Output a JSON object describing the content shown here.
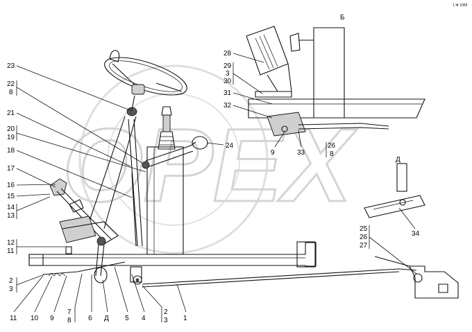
{
  "corner_code": "1 Ж 1059",
  "watermark": "OPEX",
  "view_labels": {
    "b": "Б",
    "d_view": "Д",
    "d_bottom": "Д"
  },
  "callouts": {
    "c23": "23",
    "c22": "22",
    "c8a": "8",
    "c21": "21",
    "c20": "20",
    "c19": "19",
    "c18": "18",
    "c17": "17",
    "c16": "16",
    "c15": "15",
    "c14": "14",
    "c13": "13",
    "c12": "12",
    "c11a": "11",
    "c2a": "2",
    "c3a": "3",
    "c24": "24",
    "c28": "28",
    "c29": "29",
    "c3b": "3",
    "c30": "30",
    "c31": "31",
    "c32": "32",
    "c9a": "9",
    "c33": "33",
    "c26a": "26",
    "c8b": "8",
    "c34": "34",
    "c25": "25",
    "c26b": "26",
    "c27": "27"
  },
  "bottom_labels": {
    "b11": "11",
    "b10": "10",
    "b9": "9",
    "b7": "7",
    "b8": "8",
    "b6": "6",
    "b5": "5",
    "b4": "4",
    "b2": "2",
    "b3": "3",
    "b1": "1"
  }
}
